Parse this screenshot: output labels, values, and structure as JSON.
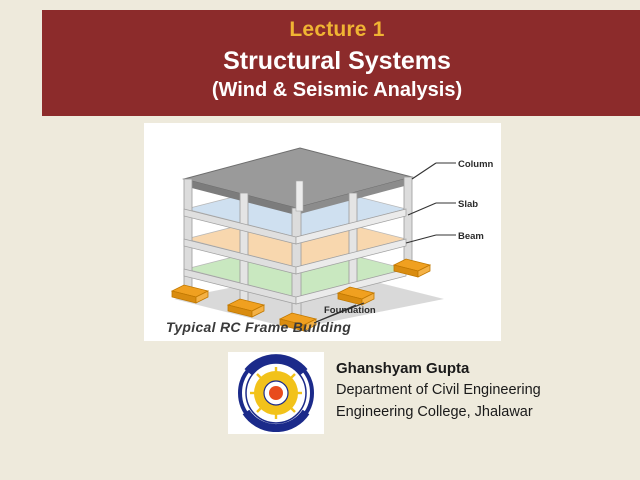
{
  "slide": {
    "background_color": "#eeeadc",
    "banner": {
      "background_color": "#8c2b2b",
      "lecture_label": "Lecture 1",
      "lecture_label_color": "#f0b433",
      "title": "Structural Systems",
      "subtitle": "(Wind & Seismic Analysis)",
      "title_color": "#ffffff"
    },
    "figure": {
      "caption": "Typical RC Frame Building",
      "labels": {
        "column": "Column",
        "slab": "Slab",
        "beam": "Beam",
        "foundation": "Foundation"
      },
      "colors": {
        "roof": "#9a9a9a",
        "frame": "#d8d8d8",
        "footing": "#f0a020",
        "slab_green": "#c9e8c0",
        "slab_orange": "#f8d7ae",
        "slab_blue": "#cfe0f0",
        "ground_shadow": "#d6d6d6"
      }
    },
    "author": {
      "name": "Ghanshyam Gupta",
      "department": "Department of Civil Engineering",
      "college": "Engineering College, Jhalawar",
      "logo_name": "engineering-college-jhalawar-logo",
      "logo_colors": {
        "ring": "#1b2a8a",
        "sun": "#f2c21a",
        "center": "#e84b1c"
      }
    }
  }
}
